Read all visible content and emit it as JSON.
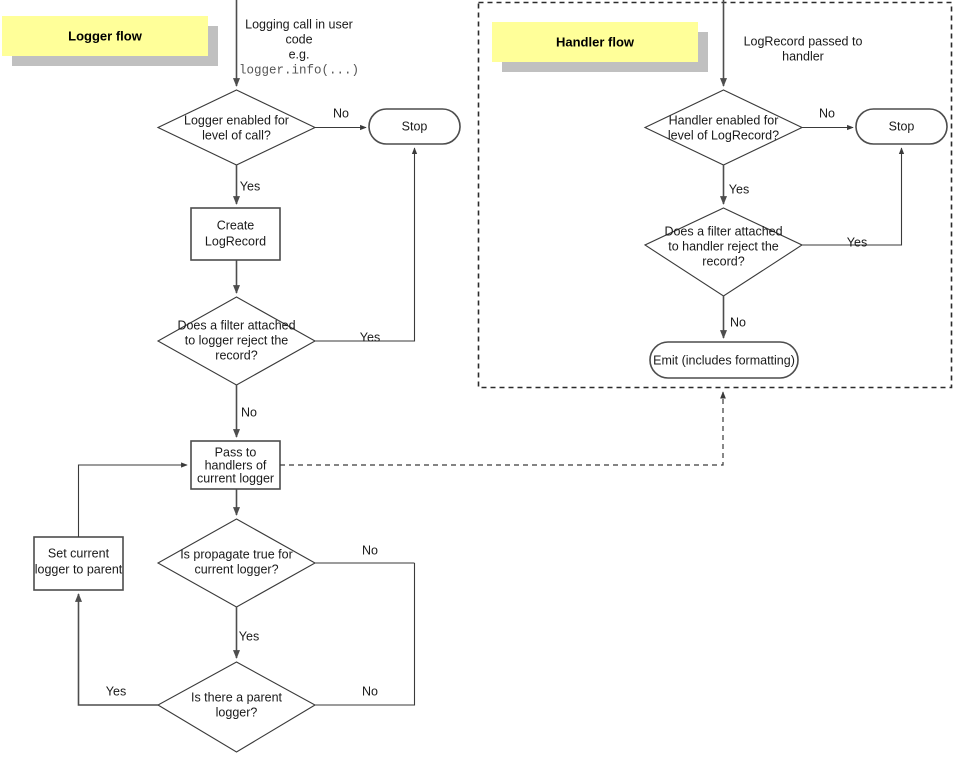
{
  "diagram": {
    "type": "flowchart",
    "title": "Python logging flow",
    "colors": {
      "label_fill": "#ffff99",
      "label_shadow": "#c0c0c0",
      "shape_stroke": "#4d4d4d",
      "text": "#1a1a1a",
      "background": "#ffffff",
      "region_border": "#2b2b2b"
    }
  },
  "regions": [
    {
      "name": "logger-flow",
      "title": "Logger flow",
      "bordered": false
    },
    {
      "name": "handler-flow",
      "title": "Handler flow",
      "bordered": true
    }
  ],
  "logger_flow": {
    "title": "Logger flow",
    "entry_caption": {
      "line1": "Logging call in user",
      "line2": "code",
      "line3": "e.g.",
      "line4_mono": "logger.info(...)"
    },
    "nodes": [
      {
        "id": "logger-enabled",
        "shape": "decision",
        "lines": [
          "Logger enabled for",
          "level of call?"
        ]
      },
      {
        "id": "stop-logger",
        "shape": "terminator",
        "lines": [
          "Stop"
        ]
      },
      {
        "id": "create-logrecord",
        "shape": "process",
        "lines": [
          "Create",
          "LogRecord"
        ]
      },
      {
        "id": "logger-filter",
        "shape": "decision",
        "lines": [
          "Does a filter attached",
          "to logger reject the",
          "record?"
        ]
      },
      {
        "id": "pass-to-handlers",
        "shape": "process",
        "lines": [
          "Pass to",
          "handlers of",
          "current logger"
        ]
      },
      {
        "id": "is-propagate",
        "shape": "decision",
        "lines": [
          "Is propagate true for",
          "current logger?"
        ]
      },
      {
        "id": "set-current-logger",
        "shape": "process",
        "lines": [
          "Set current",
          "logger to parent"
        ]
      },
      {
        "id": "is-there-parent",
        "shape": "decision",
        "lines": [
          "Is there a parent",
          "logger?"
        ]
      }
    ],
    "edge_labels": {
      "logger_enabled_no": "No",
      "logger_enabled_yes": "Yes",
      "logger_filter_yes": "Yes",
      "logger_filter_no": "No",
      "propagate_no": "No",
      "propagate_yes": "Yes",
      "parent_yes": "Yes",
      "parent_no": "No"
    }
  },
  "handler_flow": {
    "title": "Handler flow",
    "entry_caption": {
      "line1": "LogRecord passed to",
      "line2": "handler"
    },
    "nodes": [
      {
        "id": "handler-enabled",
        "shape": "decision",
        "lines": [
          "Handler enabled for",
          "level of LogRecord?"
        ]
      },
      {
        "id": "stop-handler",
        "shape": "terminator",
        "lines": [
          "Stop"
        ]
      },
      {
        "id": "handler-filter",
        "shape": "decision",
        "lines": [
          "Does a filter attached",
          "to handler reject the",
          "record?"
        ]
      },
      {
        "id": "emit",
        "shape": "terminator",
        "lines": [
          "Emit (includes formatting)"
        ]
      }
    ],
    "edge_labels": {
      "handler_enabled_no": "No",
      "handler_enabled_yes": "Yes",
      "handler_filter_yes": "Yes",
      "handler_filter_no": "No"
    }
  }
}
